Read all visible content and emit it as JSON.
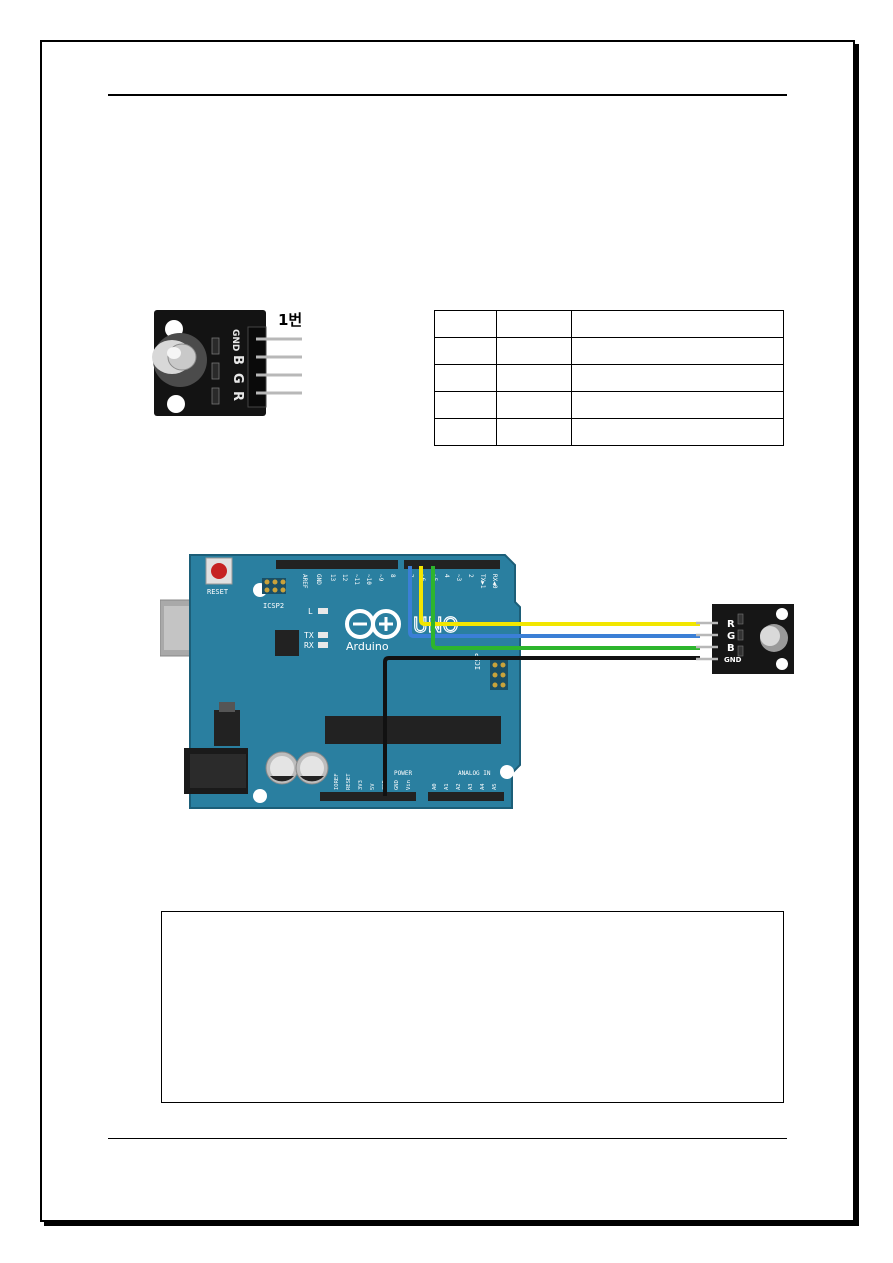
{
  "module": {
    "pin_number_label": "1번",
    "silk_labels": [
      "GND",
      "B",
      "G",
      "R"
    ]
  },
  "wiring": {
    "board": {
      "reset_label": "RESET",
      "icsp2_label": "ICSP2",
      "icsp_label": "ICSP",
      "led_l": "L",
      "tx": "TX",
      "rx": "RX",
      "logo_text": "Arduino",
      "uno_text": "UNO",
      "power_label": "POWER",
      "analog_label": "ANALOG IN",
      "digital_pins": [
        "AREF",
        "GND",
        "13",
        "12",
        "~11",
        "~10",
        "~9",
        "8",
        "7",
        "~6",
        "~5",
        "4",
        "~3",
        "2",
        "TX▶1",
        "RX◀0"
      ],
      "power_pins": [
        "IOREF",
        "RESET",
        "3V3",
        "5V",
        "GND",
        "GND",
        "Vin"
      ],
      "analog_pins": [
        "A0",
        "A1",
        "A2",
        "A3",
        "A4",
        "A5"
      ]
    },
    "module_labels": [
      "R",
      "G",
      "B",
      "GND"
    ],
    "wire_colors": {
      "yellow": "#f2e600",
      "blue": "#3b7fd6",
      "green": "#2db52d",
      "black": "#111111"
    }
  }
}
